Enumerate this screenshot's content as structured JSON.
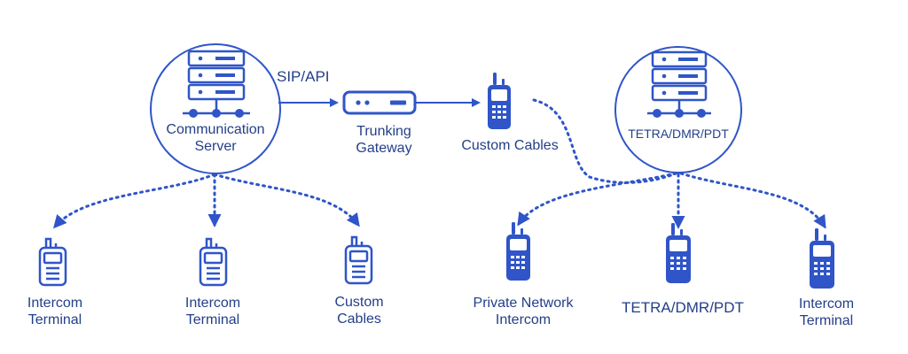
{
  "colors": {
    "primary": "#2f55c8",
    "text": "#233f88",
    "background": "#ffffff"
  },
  "protocol_label": "SIP/API",
  "nodes": {
    "comm_server": {
      "label1": "Communication",
      "label2": "Server",
      "icon": "server-rack-icon"
    },
    "gateway": {
      "label1": "Trunking",
      "label2": "Gateway",
      "icon": "gateway-device-icon"
    },
    "top_radio": {
      "label": "Custom Cables",
      "icon": "radio-icon"
    },
    "tetra_server": {
      "label": "TETRA/DMR/PDT",
      "icon": "server-rack-icon"
    },
    "terminal_1": {
      "label1": "Intercom",
      "label2": "Terminal",
      "icon": "radio-outline-icon"
    },
    "terminal_2": {
      "label1": "Intercom",
      "label2": "Terminal",
      "icon": "radio-outline-icon"
    },
    "terminal_3": {
      "label1": "Custom",
      "label2": "Cables",
      "icon": "radio-outline-icon"
    },
    "radio_private": {
      "label1": "Private Network",
      "label2": "Intercom",
      "icon": "radio-icon"
    },
    "radio_tetra": {
      "label": "TETRA/DMR/PDT",
      "icon": "radio-icon"
    },
    "radio_intercom": {
      "label1": "Intercom",
      "label2": "Terminal",
      "icon": "radio-icon"
    }
  }
}
